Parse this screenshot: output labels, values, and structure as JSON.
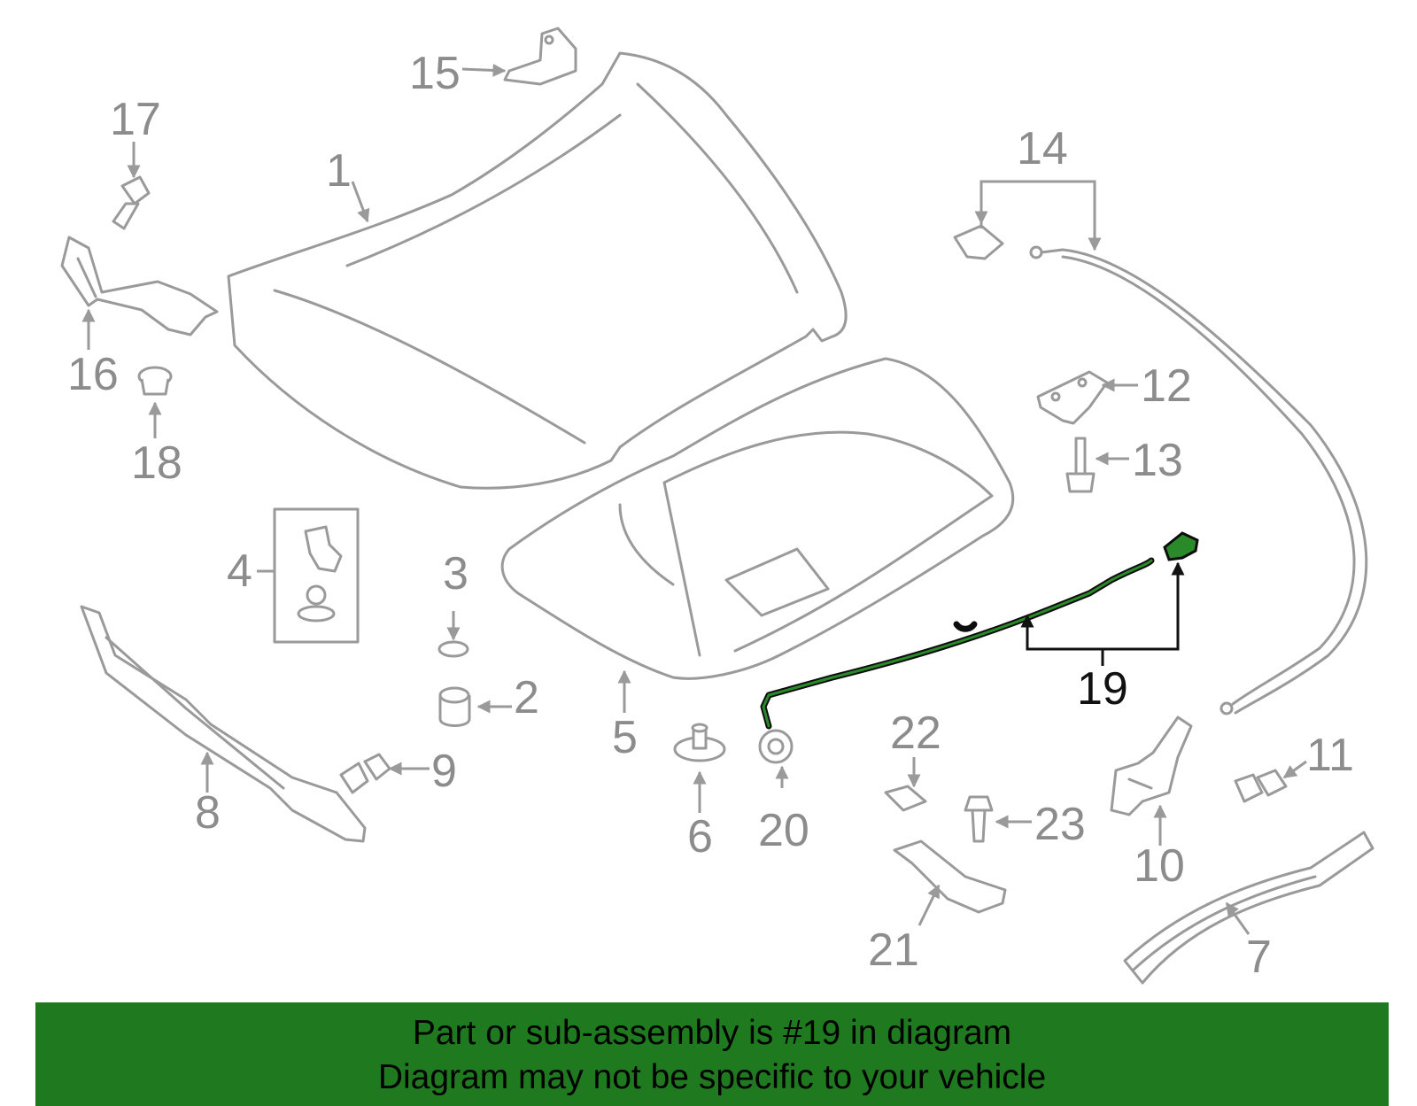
{
  "diagram": {
    "callouts": {
      "c1": "1",
      "c2": "2",
      "c3": "3",
      "c4": "4",
      "c5": "5",
      "c6": "6",
      "c7": "7",
      "c8": "8",
      "c9": "9",
      "c10": "10",
      "c11": "11",
      "c12": "12",
      "c13": "13",
      "c14": "14",
      "c15": "15",
      "c16": "16",
      "c17": "17",
      "c18": "18",
      "c19": "19",
      "c20": "20",
      "c21": "21",
      "c22": "22",
      "c23": "23"
    },
    "highlight_part": "19",
    "colors": {
      "line": "#9a9a9a",
      "highlight_outline": "#0d0d0d",
      "highlight_fill": "#2a8a2a",
      "banner": "#1f7a1f"
    }
  },
  "banner": {
    "line1": "Part or sub-assembly is #19 in diagram",
    "line2": "Diagram may not be specific to your vehicle"
  }
}
